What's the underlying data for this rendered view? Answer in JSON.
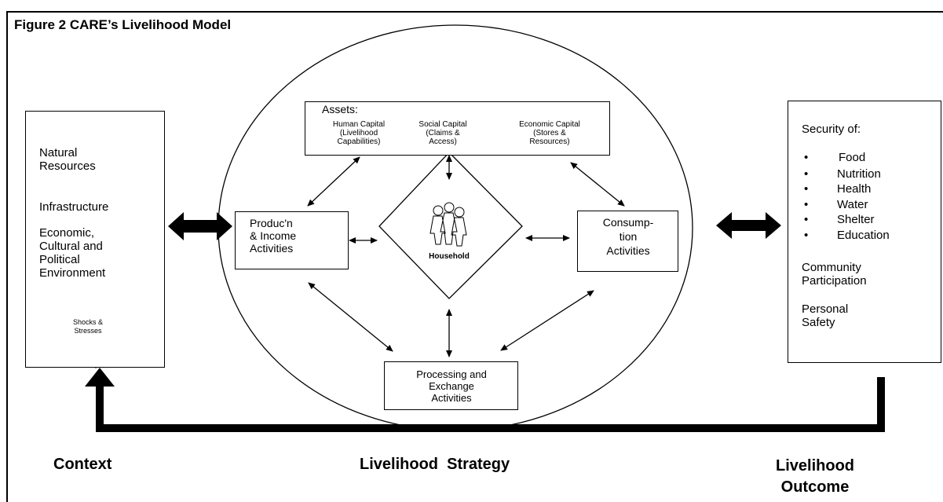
{
  "title": "Figure 2  CARE’s Livelihood Model",
  "context_box": {
    "natural_resources": [
      "Natural",
      "Resources"
    ],
    "infrastructure": "Infrastructure",
    "environment": [
      "Economic,",
      "Cultural and",
      "Political",
      "Environment"
    ],
    "shocks": [
      "Shocks &",
      "Stresses"
    ]
  },
  "assets": {
    "heading": "Assets:",
    "human": [
      "Human Capital",
      "(Livelihood",
      "Capabilities)"
    ],
    "social": [
      "Social Capital",
      "(Claims &",
      "Access)"
    ],
    "economic": [
      "Economic Capital",
      "(Stores &",
      "Resources)"
    ]
  },
  "production": [
    "Produc'n",
    "& Income",
    "Activities"
  ],
  "consumption": [
    "Consump-",
    "tion",
    "Activities"
  ],
  "household": "Household",
  "processing": [
    "Processing and",
    "Exchange",
    "Activities"
  ],
  "outcome_box": {
    "heading": "Security of:",
    "items": [
      "Food",
      "Nutrition",
      "Health",
      "Water",
      "Shelter",
      "Education"
    ],
    "community": [
      "Community",
      "Participation"
    ],
    "safety": [
      "Personal",
      "Safety"
    ]
  },
  "bottom_labels": {
    "context": "Context",
    "strategy": "Livelihood  Strategy",
    "outcome": [
      "Livelihood",
      "Outcome"
    ]
  }
}
